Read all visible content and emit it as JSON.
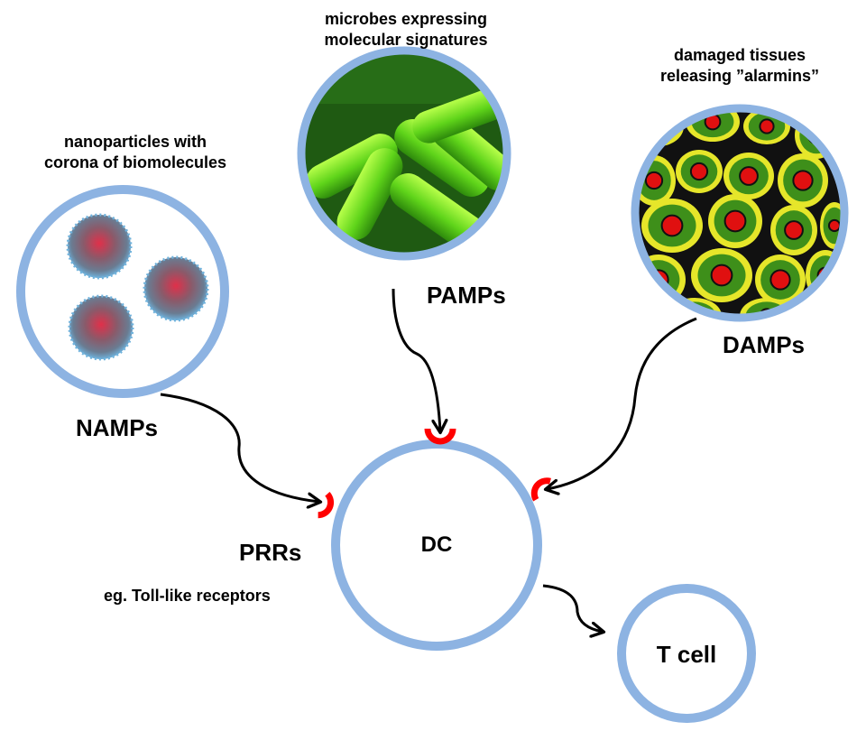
{
  "colors": {
    "membrane": "#8db3e2",
    "receptor": "#ff0000",
    "arrow": "#000000",
    "text": "#000000"
  },
  "sources": [
    {
      "id": "nanoparticles",
      "caption_lines": [
        "nanoparticles with",
        "corona of biomolecules"
      ],
      "signal_label": "NAMPs",
      "image": "nanoparticle-spheres"
    },
    {
      "id": "microbes",
      "caption_lines": [
        "microbes expressing",
        "molecular signatures"
      ],
      "signal_label": "PAMPs",
      "image": "green-bacteria"
    },
    {
      "id": "tissues",
      "caption_lines": [
        "damaged tissues",
        "releasing ”alarmins”"
      ],
      "signal_label": "DAMPs",
      "image": "damaged-cells"
    }
  ],
  "receptors": {
    "label": "PRRs",
    "example": "eg. Toll-like receptors"
  },
  "cells": {
    "dendritic_cell": "DC",
    "t_cell": "T cell"
  }
}
